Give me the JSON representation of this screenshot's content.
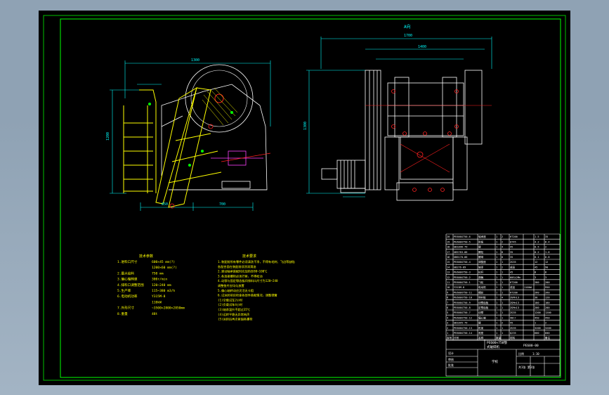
{
  "colors": {
    "background": "#000000",
    "frame": "#00c000",
    "green": "#00ff00",
    "yellow": "#ffff00",
    "cyan": "#00ffff",
    "white": "#ffffff",
    "red": "#ff2020",
    "magenta": "#ff40ff",
    "outer_bg": "#9aabbc"
  },
  "view_label": "A向",
  "dims": {
    "left_overall": "1300",
    "left_height": "1200",
    "left_bottom_1": "850",
    "left_bottom_2": "700",
    "right_overall": "1700",
    "right_inner": "1400",
    "right_height": "1300"
  },
  "specs": {
    "heading": "技术参数",
    "rows": [
      {
        "label": "1.进料口尺寸",
        "value": "600×45 mm(?)"
      },
      {
        "label": "",
        "value": "1200×60 mm(?)"
      },
      {
        "label": "2.最大给料",
        "value": "750 mm"
      },
      {
        "label": "3.偏心轴转速",
        "value": "300r/min"
      },
      {
        "label": "4.排料口调整范围",
        "value": "120~240 mm"
      },
      {
        "label": "5.生产率",
        "value": "115~380 m3/h"
      },
      {
        "label": "6.电动机功率",
        "value": "Y315M-8"
      },
      {
        "label": "",
        "value": "110kW"
      },
      {
        "label": "7.外形尺寸",
        "value": "~3500×2800×2850mm"
      },
      {
        "label": "8.重量",
        "value": "48t"
      }
    ]
  },
  "notes": {
    "heading": "技术要求",
    "lines": [
      "1.装配前所有零件必须清洗干净，不得有毛刺、飞边等缺陷",
      "  各配合面在装配前须涂润滑油",
      "2.滚动轴承装配时应加热至80~100℃",
      "3.各连接螺栓必须拧紧，不得松动",
      "4.动颚与固定颚齿板间排料口尺寸为120~240",
      "  调整垫片应均匀放置",
      "5.偏心轴转动应灵活无卡阻",
      "6.试运转前应检查各部件装配情况，调整弹簧",
      "  (1)空载试车2小时",
      "  (2)负载试车4小时",
      "  (3)轴承温升不超过35℃",
      "  (4)运转平稳无异常响声",
      "  (5)运转后再次紧固各螺栓"
    ]
  },
  "bom_rows": [
    [
      "20",
      "PE600X750-6",
      "轴承座",
      "1",
      "2",
      "HT200",
      "",
      "1.5",
      "35"
    ],
    [
      "19",
      "PE600X750-5",
      "肘板",
      "1",
      "2",
      "QT45",
      "",
      "4.2",
      "8.4"
    ],
    [
      "18",
      "GB1096-79",
      "键",
      "1",
      "4",
      "45",
      "",
      "0.5",
      "2"
    ],
    [
      "17",
      "GB5783-86",
      "螺栓",
      "1",
      "8",
      "35",
      "",
      "0.2",
      "1.6"
    ],
    [
      "16",
      "GB6170-86",
      "螺母",
      "1",
      "8",
      "35",
      "",
      "0.1",
      "0.8"
    ],
    [
      "15",
      "PE600X750-4",
      "调整座",
      "1",
      "1",
      "ZG35",
      "",
      "12",
      "12"
    ],
    [
      "14",
      "GB276-89",
      "轴承",
      "1",
      "2",
      "成品",
      "",
      "45",
      "90"
    ],
    [
      "13",
      "PE600X750-3",
      "拉杆",
      "1",
      "1",
      "45",
      "",
      "8",
      "8"
    ],
    [
      "12",
      "PE600X750-2",
      "弹簧",
      "1",
      "1",
      "60Si2Mn",
      "",
      "3",
      "3"
    ],
    [
      "11",
      "PE600X750-1",
      "飞轮",
      "1",
      "1",
      "HT200",
      "",
      "280",
      "280"
    ],
    [
      "10",
      "Y315M-8",
      "电动机",
      "1",
      "1",
      "成品",
      "110kW",
      "",
      "950"
    ],
    [
      "9",
      "PE600X750-11",
      "槽轮",
      "1",
      "1",
      "HT200",
      "",
      "260",
      "260"
    ],
    [
      "8",
      "PE600X750-10",
      "侧衬板",
      "1",
      "4",
      "ZGMn13",
      "",
      "30",
      "120"
    ],
    [
      "7",
      "PE600X750-9",
      "动颚齿板",
      "1",
      "1",
      "ZGMn13",
      "",
      "180",
      "180"
    ],
    [
      "6",
      "PE600X750-8",
      "定颚齿板",
      "1",
      "1",
      "ZGMn13",
      "",
      "200",
      "200"
    ],
    [
      "5",
      "PE600X750-7",
      "动颚",
      "1",
      "1",
      "ZG35",
      "",
      "1200",
      "1200"
    ],
    [
      "4",
      "PE600X750-12",
      "偏心轴",
      "1",
      "1",
      "40Cr",
      "",
      "450",
      "450"
    ],
    [
      "3",
      "GB1095-79",
      "键",
      "1",
      "2",
      "45",
      "",
      "1",
      "2"
    ],
    [
      "2",
      "PE600X750-13",
      "机架",
      "1",
      "1",
      "ZG35",
      "",
      "3200",
      "3200"
    ],
    [
      "1",
      "PE600X750-14",
      "底座",
      "1",
      "1",
      "Q235",
      "",
      "600",
      "600"
    ]
  ],
  "bom_header": [
    "序号",
    "代号",
    "名称",
    "数量",
    "材料",
    "备注"
  ],
  "title_block": {
    "drawing_title": "PE600×750颚",
    "drawing_subtitle": "式破碎机",
    "drawing_number": "PE600-00",
    "scale_label": "比例",
    "scale": "1:10",
    "sheet": "共1张 第1张",
    "designer": "设计",
    "checker": "审核",
    "approver": "批准",
    "school": "学校"
  }
}
